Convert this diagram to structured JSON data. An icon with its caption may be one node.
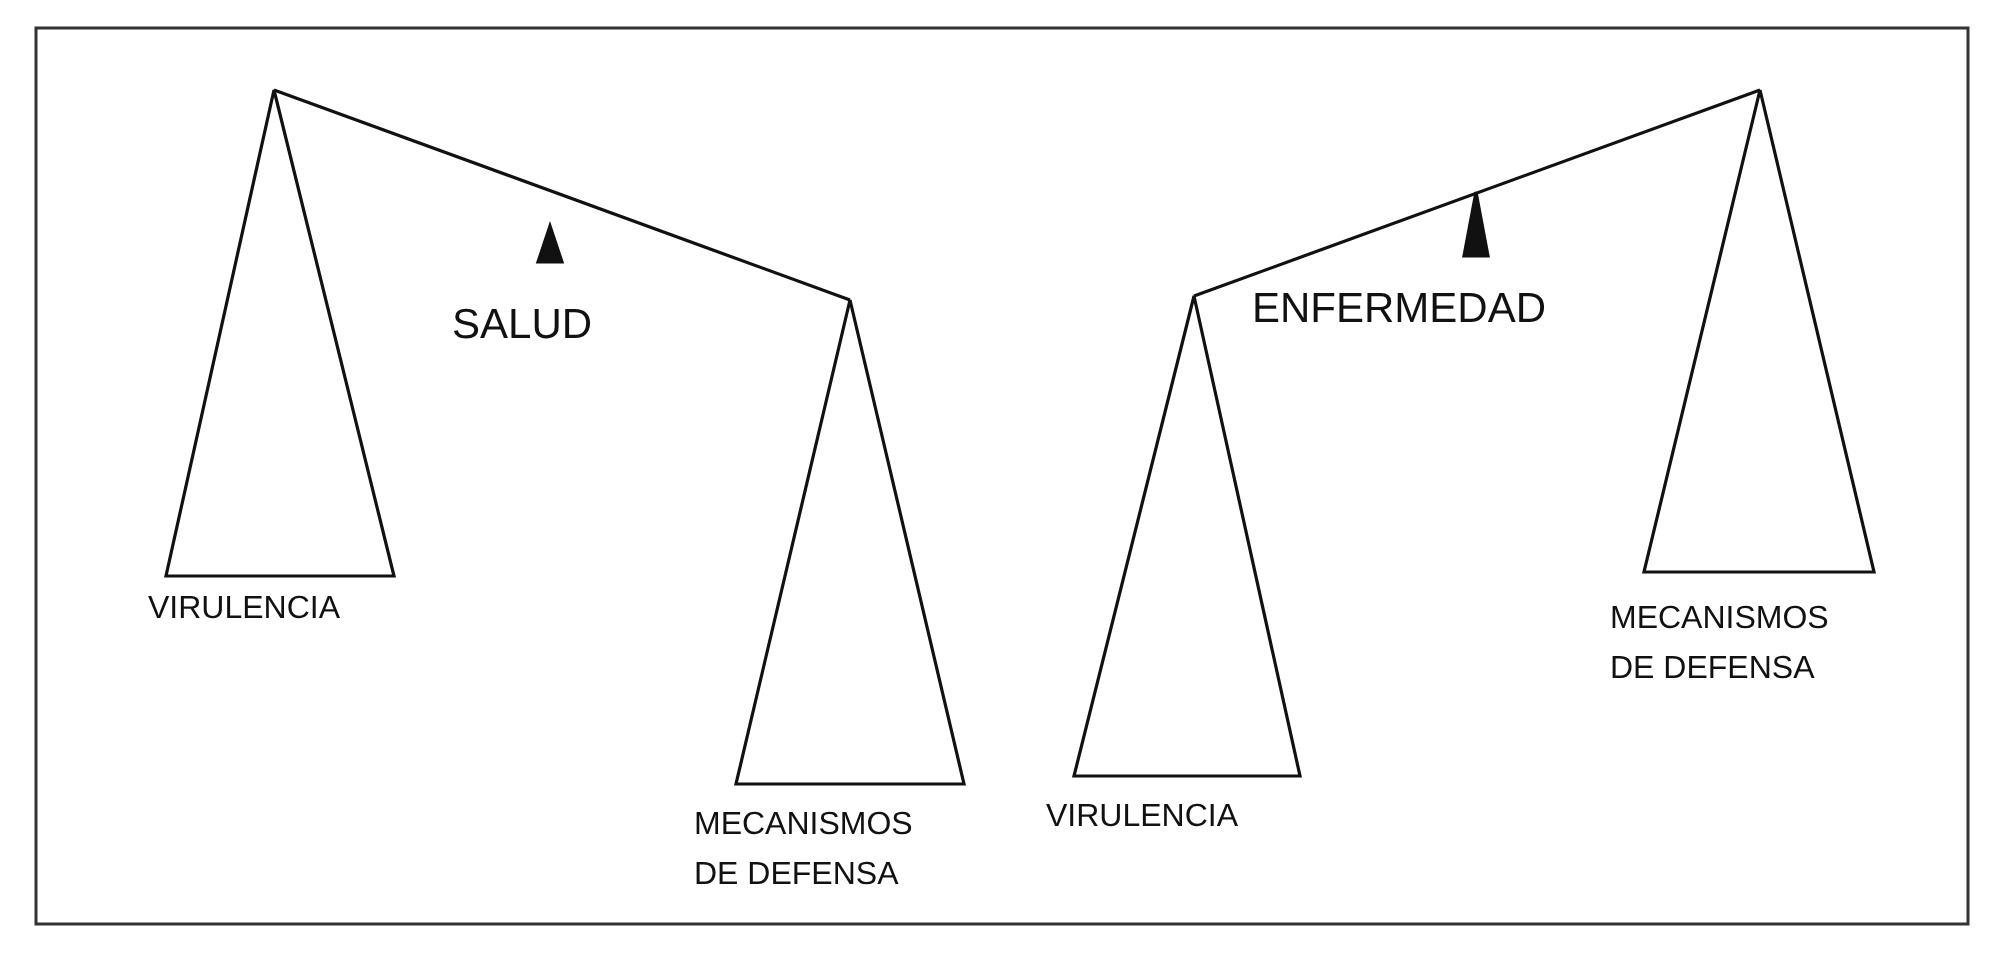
{
  "diagram": {
    "labels": [
      "SALUD",
      "VIRULENCIA",
      "MECANISMOS DE DEFENSA",
      "ENFERMEDAD",
      "VIRULENCIA",
      "MECANISMOS DE DEFENSA"
    ]
  }
}
